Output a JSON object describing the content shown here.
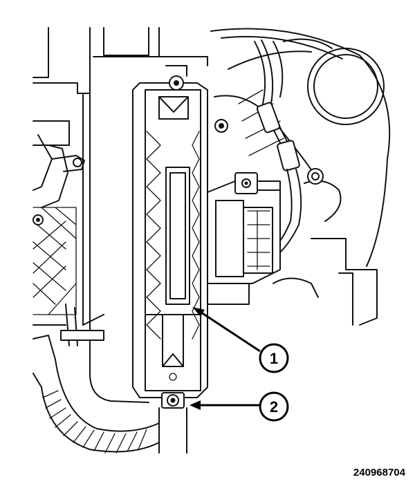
{
  "figure": {
    "figure_id": "240968704",
    "callouts": [
      {
        "number": "1"
      },
      {
        "number": "2"
      }
    ]
  }
}
